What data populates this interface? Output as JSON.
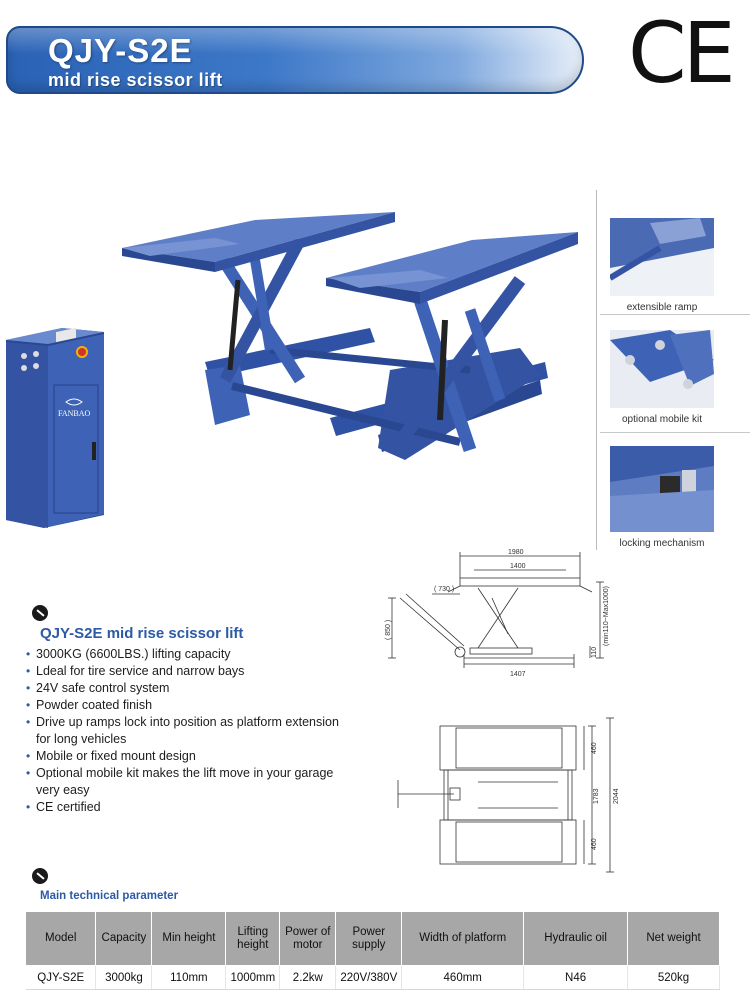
{
  "header": {
    "title": "QJY-S2E",
    "subtitle": "mid rise scissor lift",
    "certification_mark": "CE"
  },
  "product": {
    "brand_on_cabinet": "FANBAO",
    "colors": {
      "body": "#3e63b6",
      "dark": "#2a4791",
      "light": "#6a8ad0"
    }
  },
  "details": [
    {
      "caption": "extensible ramp"
    },
    {
      "caption": "optional mobile kit"
    },
    {
      "caption": "locking mechanism"
    }
  ],
  "features": {
    "title": "QJY-S2E mid rise scissor lift",
    "items": [
      "3000KG (6600LBS.) lifting capacity",
      "Ldeal for tire service and narrow bays",
      "24V safe control system",
      "Powder coated finish",
      "Drive up ramps lock into position as platform extension for long vehicles",
      "Mobile or fixed mount design",
      "Optional mobile kit makes the lift move in your garage very easy",
      "CE certified"
    ]
  },
  "side_drawing": {
    "dims": {
      "overall_width": "1980",
      "platform_width": "1400",
      "ramp": "( 730 )",
      "height": "( 850 )",
      "rise": "(min110~Max1000)",
      "min": "110",
      "base": "1407"
    }
  },
  "top_drawing": {
    "dims": {
      "platform_a": "460",
      "platform_b": "460",
      "inner": "1783",
      "outer": "2044"
    }
  },
  "params": {
    "title": "Main technical parameter",
    "headers": [
      "Model",
      "Capacity",
      "Min height",
      "Lifting height",
      "Power of motor",
      "Power supply",
      "Width of platform",
      "Hydraulic oil",
      "Net weight"
    ],
    "rows": [
      [
        "QJY-S2E",
        "3000kg",
        "110mm",
        "1000mm",
        "2.2kw",
        "220V/380V",
        "460mm",
        "N46",
        "520kg"
      ]
    ]
  }
}
